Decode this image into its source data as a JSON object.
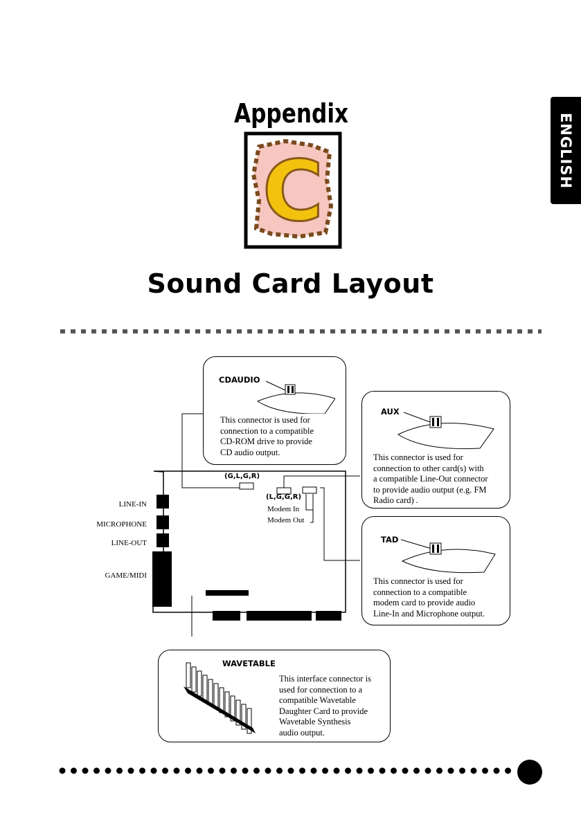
{
  "language_tab": "ENGLISH",
  "appendix": {
    "word": "Appendix",
    "letter": "C"
  },
  "title": "Sound Card Layout",
  "card": {
    "port_labels": [
      "LINE-IN",
      "MICROPHONE",
      "LINE-OUT",
      "GAME/MIDI"
    ],
    "connector_1_pins": "(G,L,G,R)",
    "connector_2_pins": "(L,G,G,R)",
    "modem_in": "Modem In",
    "modem_out": "Modem Out"
  },
  "callouts": {
    "cdaudio": {
      "label": "CDAUDIO",
      "text": [
        "This connector is used for",
        "connection to a compatible",
        "CD-ROM drive to provide",
        "CD audio output."
      ]
    },
    "aux": {
      "label": "AUX",
      "text": [
        "This  connector is used for",
        "connection to other card(s) with",
        "a compatible Line-Out connector",
        "to provide audio output (e.g. FM",
        "Radio card) ."
      ]
    },
    "tad": {
      "label": "TAD",
      "text": [
        "This connector is used for",
        "connection to a compatible",
        "modem card to provide audio",
        "Line-In and Microphone output."
      ]
    },
    "wavetable": {
      "label": "WAVETABLE",
      "text": [
        "This interface connector is",
        "used for connection to a",
        "compatible Wavetable",
        "Daughter Card to provide",
        "Wavetable Synthesis",
        "audio output."
      ]
    }
  }
}
